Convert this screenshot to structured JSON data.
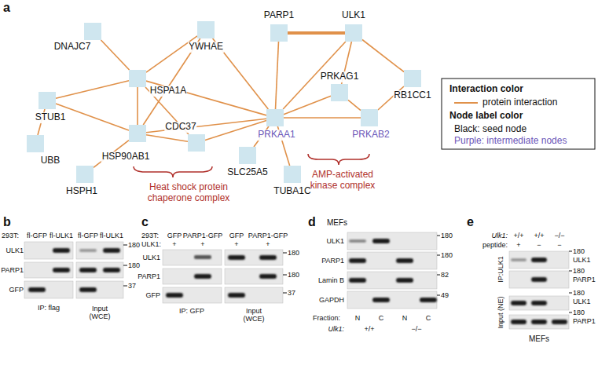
{
  "diagram": {
    "nodes": [
      {
        "text": [
          "PARP1"
        ]
      },
      {
        "text": [
          "ULK1"
        ]
      },
      {
        "text": [
          "DNAJC7"
        ]
      },
      {
        "text": [
          "YWHAE"
        ]
      },
      {
        "text": [
          "HSPA1A"
        ]
      },
      {
        "text": [
          "PRKAG1"
        ]
      },
      {
        "text": [
          "RB1CC1"
        ]
      },
      {
        "text": [
          "STUB1"
        ]
      },
      {
        "text": [
          "PRKAA1"
        ]
      },
      {
        "text": [
          "PRKAB2"
        ]
      },
      {
        "text": [
          "HSP90AB1"
        ]
      },
      {
        "text": [
          "CDC37"
        ]
      },
      {
        "text": [
          "UBB"
        ]
      },
      {
        "text": [
          "SLC25A5"
        ]
      },
      {
        "text": [
          "TUBA1C"
        ]
      },
      {
        "text": [
          "HSPH1"
        ]
      }
    ],
    "edges": [
      {
        "from": 0,
        "to": 1,
        "arrow": "none"
      },
      {
        "from": 0,
        "to": 8,
        "arrow": "none"
      },
      {
        "from": 1,
        "to": 8,
        "arrow": "none"
      },
      {
        "from": 1,
        "to": 5,
        "arrow": "none"
      },
      {
        "from": 1,
        "to": 6,
        "arrow": "none"
      },
      {
        "from": 6,
        "to": 9,
        "arrow": "none"
      },
      {
        "from": 5,
        "to": 8,
        "arrow": "none"
      },
      {
        "from": 5,
        "to": 9,
        "arrow": "none"
      },
      {
        "from": 8,
        "to": 9,
        "arrow": "none"
      },
      {
        "from": 3,
        "to": 8,
        "arrow": "none"
      },
      {
        "from": 4,
        "to": 8,
        "arrow": "none"
      },
      {
        "from": 10,
        "to": 8,
        "arrow": "none"
      },
      {
        "from": 11,
        "to": 8,
        "arrow": "none"
      },
      {
        "from": 8,
        "to": 13,
        "arrow": "none"
      },
      {
        "from": 8,
        "to": 14,
        "arrow": "none"
      },
      {
        "from": 2,
        "to": 4,
        "arrow": "none"
      },
      {
        "from": 3,
        "to": 4,
        "arrow": "none"
      },
      {
        "from": 3,
        "to": 10,
        "arrow": "none"
      },
      {
        "from": 4,
        "to": 7,
        "arrow": "none"
      },
      {
        "from": 4,
        "to": 10,
        "arrow": "none"
      },
      {
        "from": 4,
        "to": 11,
        "arrow": "none"
      },
      {
        "from": 7,
        "to": 12,
        "arrow": "none"
      },
      {
        "from": 7,
        "to": 10,
        "arrow": "none"
      },
      {
        "from": 10,
        "to": 15,
        "arrow": "none"
      },
      {
        "from": 10,
        "to": 11,
        "arrow": "none"
      }
    ],
    "labels": [
      "a",
      "b",
      "c",
      "d",
      "e",
      "Heat shock protein chaperone complex",
      "AMP-activated kinase complex",
      "Interaction color",
      "Node label color",
      "293T:",
      "fl-GFP",
      "fl-ULK1",
      "fl-GFP",
      "fl-ULK1",
      "ULK1",
      "PARP1",
      "GFP",
      "180",
      "180",
      "37",
      "IP: flag",
      "Input (WCE)",
      "293T:",
      "GFP",
      "PARP1-GFP",
      "GFP",
      "PARP1-GFP",
      "ULK1:",
      "+",
      "+",
      "+",
      "+",
      "ULK1",
      "PARP1",
      "GFP",
      "180",
      "180",
      "37",
      "IP: GFP",
      "Input (WCE)",
      "MEFs",
      "ULK1",
      "PARP1",
      "Lamin B",
      "GAPDH",
      "180",
      "180",
      "82",
      "49",
      "Fraction:",
      "N",
      "C",
      "N",
      "C",
      "Ulk1:",
      "+/+",
      "−/−",
      "Ulk1:",
      "+/+",
      "+/+",
      "−/−",
      "peptide:",
      "+",
      "−",
      "−",
      "180",
      "ULK1",
      "180",
      "PARP1",
      "180",
      "ULK1",
      "180",
      "PARP1",
      "IP:ULK1",
      "Input (NE)",
      "MEFs"
    ],
    "legend": [
      {
        "text": "protein interaction"
      },
      {
        "text": "Black: seed node"
      },
      {
        "text": "Purple: intermediate nodes"
      }
    ]
  }
}
